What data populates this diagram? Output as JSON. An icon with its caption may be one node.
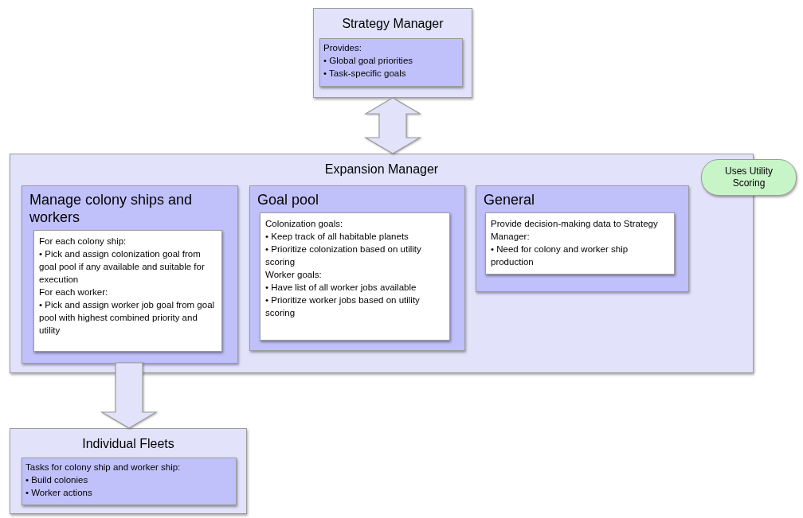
{
  "diagram": {
    "nodes": [
      {
        "text": [
          "Strategy Manager"
        ]
      },
      {
        "text": [
          "Provides:",
          "• Global goal priorities",
          "• Task-specific goals"
        ],
        "in": 0
      },
      {
        "text": [
          "Expansion Manager"
        ]
      },
      {
        "text": [
          "Manage colony ships and workers"
        ],
        "in": 2
      },
      {
        "text": [
          "For each colony ship:",
          "• Pick and assign colonization goal from goal pool if any available and suitable for execution",
          "For each worker:",
          "• Pick and assign worker job goal from goal pool with highest combined priority and utility"
        ],
        "in": 3
      },
      {
        "text": [
          "Goal pool"
        ],
        "in": 2
      },
      {
        "text": [
          "Colonization goals:",
          "• Keep track of all habitable planets",
          "• Prioritize colonization based on utility scoring",
          "Worker goals:",
          "• Have list of all worker jobs available",
          "• Prioritize worker jobs based on utility scoring"
        ],
        "in": 5
      },
      {
        "text": [
          "General"
        ],
        "in": 2
      },
      {
        "text": [
          "Provide decision-making data to Strategy Manager:",
          "• Need for colony and worker ship production"
        ],
        "in": 7
      },
      {
        "text": [
          "Uses Utility Scoring"
        ]
      },
      {
        "text": [
          "Individual Fleets"
        ]
      },
      {
        "text": [
          "Tasks for colony ship and worker ship:",
          "• Build colonies",
          "• Worker actions"
        ],
        "in": 10
      }
    ],
    "edges": [
      {
        "from": 0,
        "to": 2,
        "arrow": "both"
      },
      {
        "from": 3,
        "to": 10,
        "arrow": "to"
      }
    ]
  }
}
